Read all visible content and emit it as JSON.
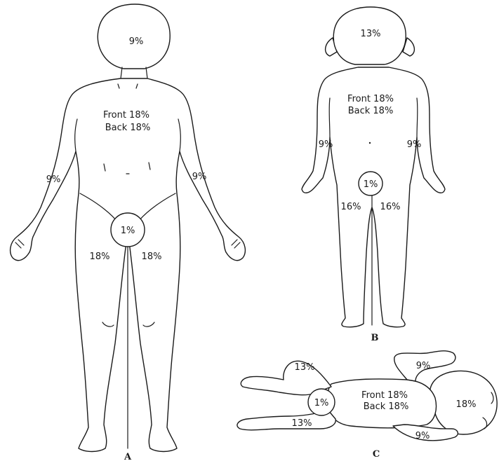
{
  "figures": {
    "adult": {
      "caption": "A",
      "head": "9%",
      "trunk_front": "Front 18%",
      "trunk_back": "Back 18%",
      "arm_left": "9%",
      "arm_right": "9%",
      "perineum": "1%",
      "leg_left": "18%",
      "leg_right": "18%"
    },
    "child": {
      "caption": "B",
      "head": "13%",
      "trunk_front": "Front 18%",
      "trunk_back": "Back 18%",
      "arm_left": "9%",
      "arm_right": "9%",
      "perineum": "1%",
      "leg_left": "16%",
      "leg_right": "16%"
    },
    "infant": {
      "caption": "C",
      "head": "18%",
      "trunk_front": "Front 18%",
      "trunk_back": "Back 18%",
      "arm_upper": "9%",
      "arm_lower": "9%",
      "perineum": "1%",
      "leg_upper": "13%",
      "leg_lower": "13%"
    }
  }
}
